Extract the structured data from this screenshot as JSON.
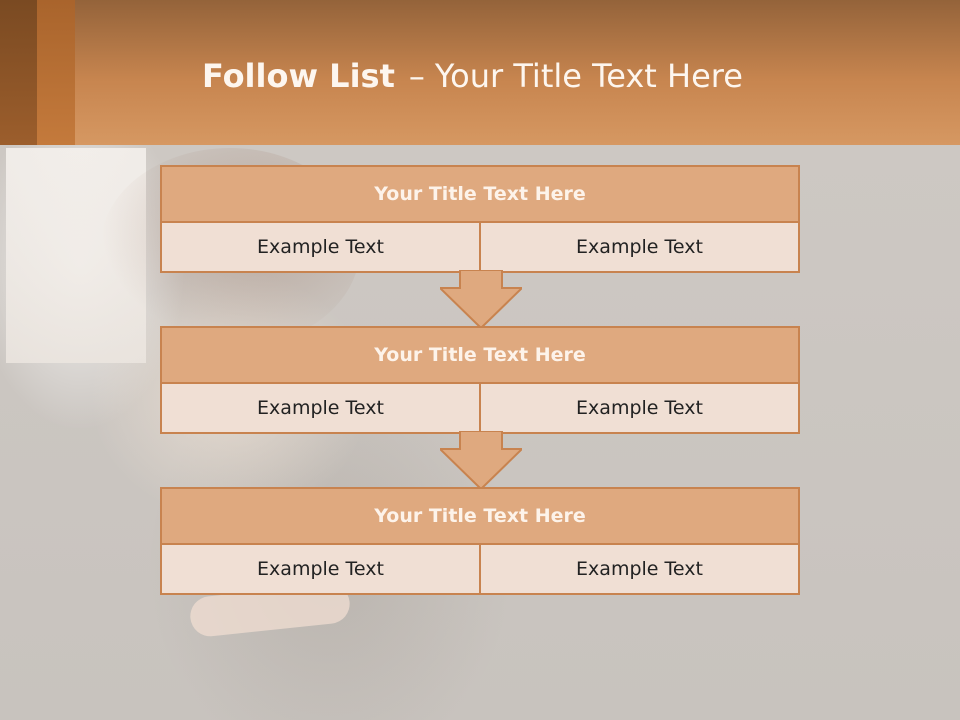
{
  "header": {
    "title_bold": "Follow List",
    "title_sep": "–",
    "title_rest": "Your Title Text Here"
  },
  "blocks": [
    {
      "title": "Your Title Text Here",
      "left": "Example Text",
      "right": "Example Text"
    },
    {
      "title": "Your Title Text Here",
      "left": "Example Text",
      "right": "Example Text"
    },
    {
      "title": "Your Title Text Here",
      "left": "Example Text",
      "right": "Example Text"
    }
  ],
  "colors": {
    "accent": "#c8834f",
    "title_fill": "#dfa97f",
    "cell_fill": "#f0dfd4",
    "header_top": "#94633a",
    "header_bottom": "#d69862"
  },
  "icons": [
    "down-arrow-icon",
    "down-arrow-icon"
  ]
}
